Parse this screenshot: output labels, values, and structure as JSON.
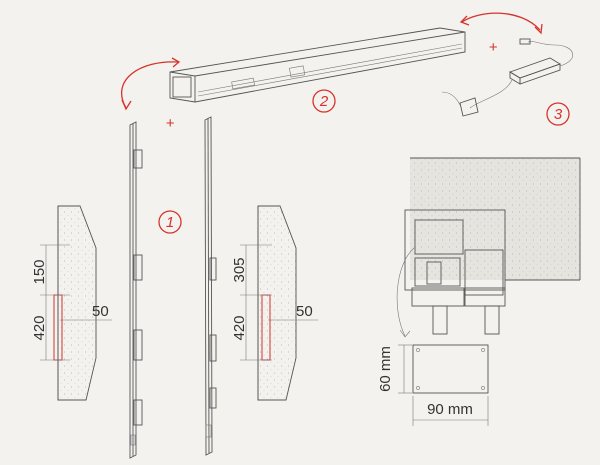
{
  "steps": [
    {
      "label": "1"
    },
    {
      "label": "2"
    },
    {
      "label": "3"
    }
  ],
  "plus_signs": [
    "+",
    "+"
  ],
  "left_profile": {
    "dim_top": "150",
    "dim_bottom": "420",
    "dim_side": "50"
  },
  "right_profile": {
    "dim_top": "305",
    "dim_bottom": "420",
    "dim_side": "50"
  },
  "motor_box": {
    "height_label": "60 mm",
    "width_label": "90 mm"
  },
  "colors": {
    "accent": "#d6332b",
    "line": "#555555",
    "background": "#f3f2ef",
    "wall": "#e6e4df",
    "motor": "#dcdad5"
  }
}
